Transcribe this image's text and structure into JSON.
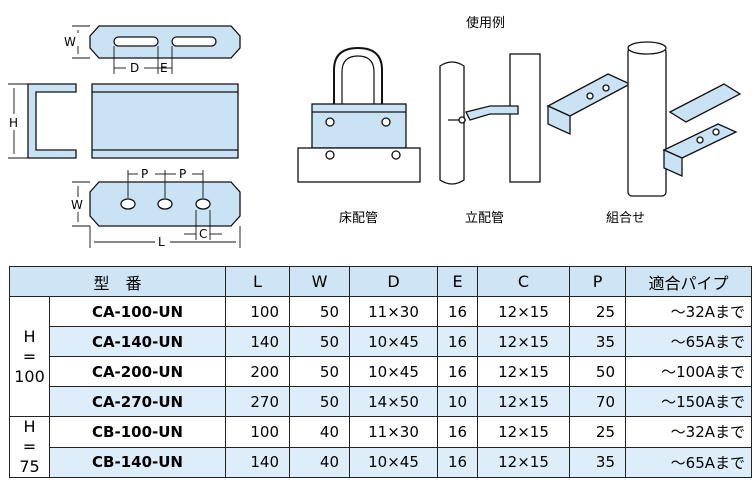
{
  "diagram": {
    "dim_labels": {
      "w_top": "W",
      "d": "D",
      "e": "E",
      "h": "H",
      "p1": "P",
      "p2": "P",
      "w_bottom": "W",
      "c": "C",
      "l": "L"
    },
    "usage_title": "使用例",
    "captions": [
      "床配管",
      "立配管",
      "組合せ"
    ]
  },
  "table": {
    "headers": [
      "型　番",
      "L",
      "W",
      "D",
      "E",
      "C",
      "P",
      "適合パイプ"
    ],
    "groups": [
      {
        "line1": "H",
        "line2": "=",
        "line3": "100"
      },
      {
        "line1": "H",
        "line2": "=",
        "line3": "75"
      }
    ],
    "rows": [
      {
        "model": "CA-100-UN",
        "L": "100",
        "W": "50",
        "D": "11×30",
        "E": "16",
        "C": "12×15",
        "P": "25",
        "pipe": "～32Aまで"
      },
      {
        "model": "CA-140-UN",
        "L": "140",
        "W": "50",
        "D": "10×45",
        "E": "16",
        "C": "12×15",
        "P": "35",
        "pipe": "～65Aまで"
      },
      {
        "model": "CA-200-UN",
        "L": "200",
        "W": "50",
        "D": "10×45",
        "E": "16",
        "C": "12×15",
        "P": "50",
        "pipe": "～100Aまで"
      },
      {
        "model": "CA-270-UN",
        "L": "270",
        "W": "50",
        "D": "14×50",
        "E": "10",
        "C": "12×15",
        "P": "70",
        "pipe": "～150Aまで"
      },
      {
        "model": "CB-100-UN",
        "L": "100",
        "W": "40",
        "D": "11×30",
        "E": "16",
        "C": "12×15",
        "P": "25",
        "pipe": "～32Aまで"
      },
      {
        "model": "CB-140-UN",
        "L": "140",
        "W": "40",
        "D": "10×45",
        "E": "16",
        "C": "12×15",
        "P": "35",
        "pipe": "～65Aまで"
      }
    ]
  },
  "colors": {
    "part_fill": "#c9e3f5",
    "header_fill": "#cfe5f6",
    "alt_row_fill": "#ddeefa"
  }
}
